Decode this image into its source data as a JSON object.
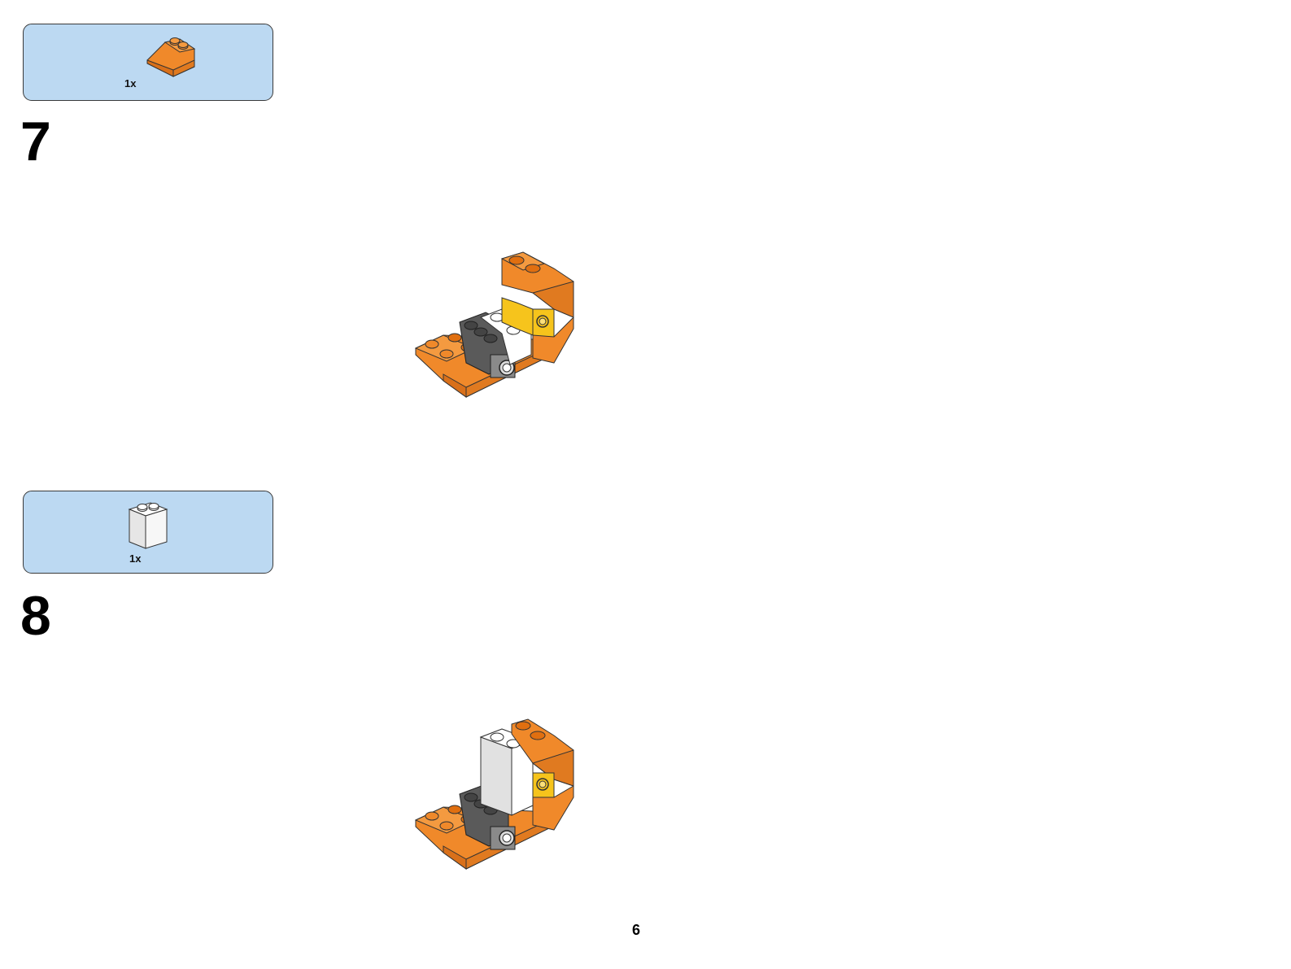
{
  "steps": [
    {
      "number": "7",
      "parts": [
        {
          "quantity": "1x",
          "icon": "orange-slope-brick-icon",
          "color": "#f0892a"
        }
      ]
    },
    {
      "number": "8",
      "parts": [
        {
          "quantity": "1x",
          "icon": "white-brick-icon",
          "color": "#ffffff"
        }
      ]
    }
  ],
  "page_number": "6",
  "colors": {
    "parts_box_background": "#bcd9f2",
    "orange": "#f0892a",
    "yellow": "#f6c41c",
    "dark_gray": "#5a5a5a",
    "white": "#ffffff"
  }
}
